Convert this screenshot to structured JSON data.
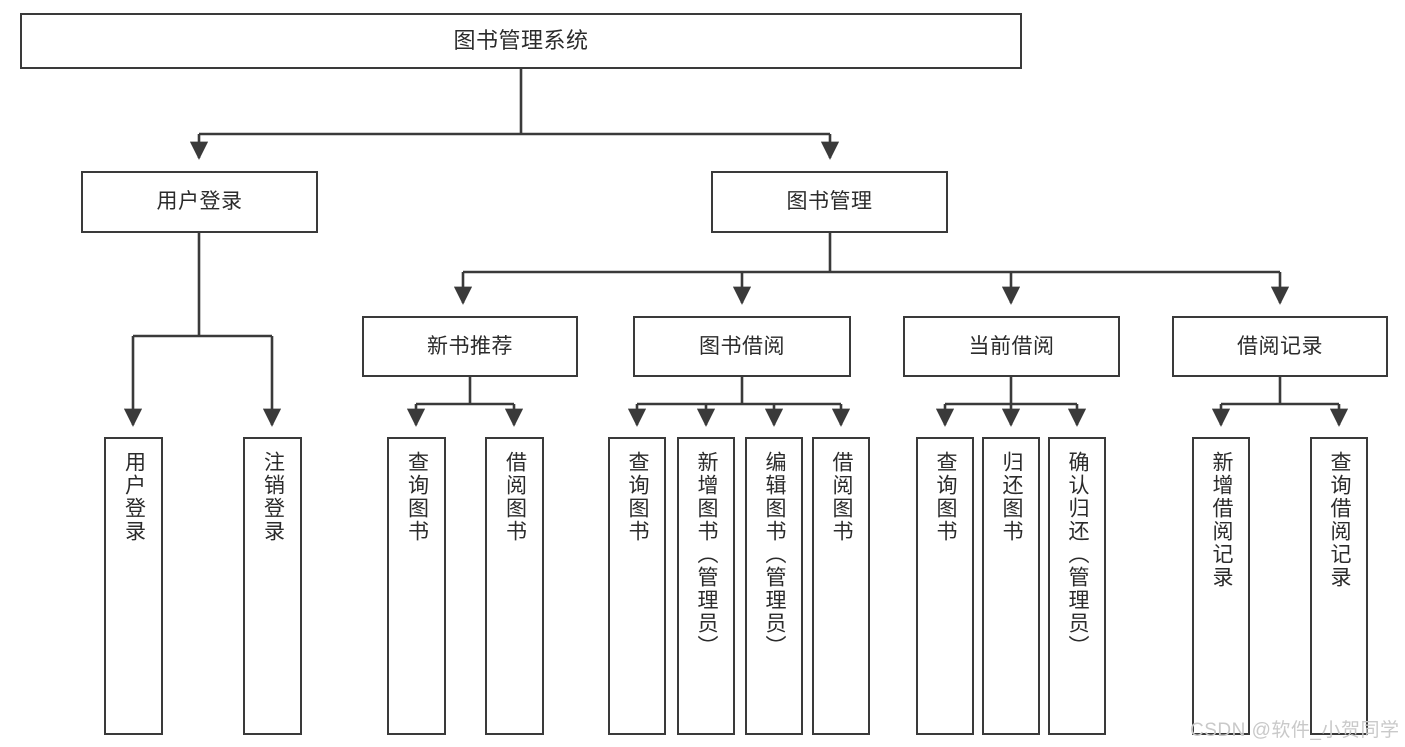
{
  "diagram": {
    "title": "图书管理系统",
    "type": "tree",
    "colors": {
      "box_border": "#3a3a3a",
      "box_fill": "#ffffff",
      "edge": "#3a3a3a",
      "text": "#2b2b2b",
      "watermark": "#c9c9c9",
      "background": "#ffffff"
    },
    "nodes": {
      "root": {
        "label": "图书管理系统"
      },
      "level2": [
        {
          "id": "user-login",
          "label": "用户登录"
        },
        {
          "id": "book-manage",
          "label": "图书管理"
        }
      ],
      "level3": [
        {
          "id": "new-book-recommend",
          "label": "新书推荐"
        },
        {
          "id": "book-borrow",
          "label": "图书借阅"
        },
        {
          "id": "current-borrow",
          "label": "当前借阅"
        },
        {
          "id": "borrow-record",
          "label": "借阅记录"
        }
      ],
      "leaves": {
        "user-login": [
          {
            "id": "leaf-user-login",
            "label": "用户登录"
          },
          {
            "id": "leaf-logout-login",
            "label": "注销登录"
          }
        ],
        "new-book-recommend": [
          {
            "id": "leaf-query-book-1",
            "label": "查询图书"
          },
          {
            "id": "leaf-borrow-book-1",
            "label": "借阅图书"
          }
        ],
        "book-borrow": [
          {
            "id": "leaf-query-book-2",
            "label": "查询图书"
          },
          {
            "id": "leaf-add-book",
            "label": "新增图书（管理员）"
          },
          {
            "id": "leaf-edit-book",
            "label": "编辑图书（管理员）"
          },
          {
            "id": "leaf-borrow-book-2",
            "label": "借阅图书"
          }
        ],
        "current-borrow": [
          {
            "id": "leaf-query-book-3",
            "label": "查询图书"
          },
          {
            "id": "leaf-return-book",
            "label": "归还图书"
          },
          {
            "id": "leaf-confirm-return",
            "label": "确认归还（管理员）"
          }
        ],
        "borrow-record": [
          {
            "id": "leaf-add-record",
            "label": "新增借阅记录"
          },
          {
            "id": "leaf-query-record",
            "label": "查询借阅记录"
          }
        ]
      }
    },
    "watermark": "CSDN @软件_小贺同学"
  }
}
